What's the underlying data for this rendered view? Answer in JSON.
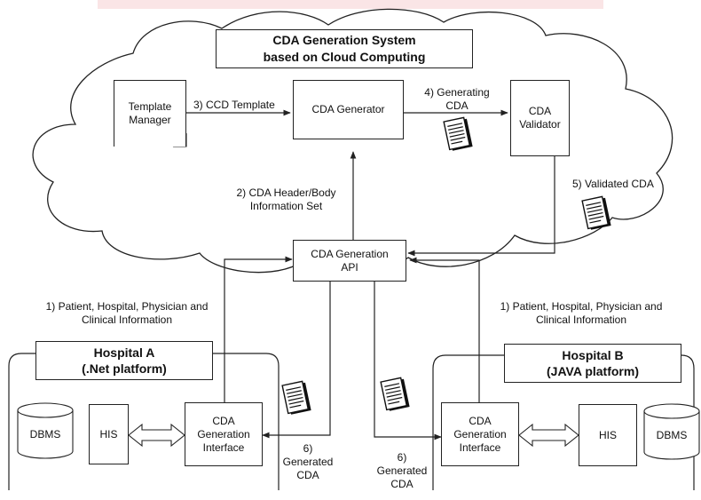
{
  "title": "CDA Generation System\nbased on Cloud Computing",
  "nodes": {
    "template_manager": "Template\nManager",
    "cda_generator": "CDA Generator",
    "cda_validator": "CDA\nValidator",
    "cda_generation_api": "CDA Generation\nAPI",
    "his_a": "HIS",
    "dbms_a": "DBMS",
    "interface_a": "CDA\nGeneration\nInterface",
    "his_b": "HIS",
    "dbms_b": "DBMS",
    "interface_b": "CDA\nGeneration\nInterface"
  },
  "hospitals": {
    "a": "Hospital A\n(.Net platform)",
    "b": "Hospital B\n(JAVA platform)"
  },
  "edge_labels": {
    "ccd_template": "3) CCD Template",
    "generating_cda": "4) Generating\nCDA",
    "header_body": "2) CDA Header/Body\nInformation Set",
    "validated_cda": "5) Validated CDA",
    "patient_info_a": "1) Patient, Hospital, Physician and\nClinical Information",
    "patient_info_b": "1) Patient, Hospital, Physician and\nClinical Information",
    "generated_cda_a": "6)\nGenerated\nCDA",
    "generated_cda_b": "6)\nGenerated\nCDA"
  },
  "colors": {
    "line": "#222222",
    "background": "#ffffff",
    "header_strip": "#f6d3d6"
  }
}
